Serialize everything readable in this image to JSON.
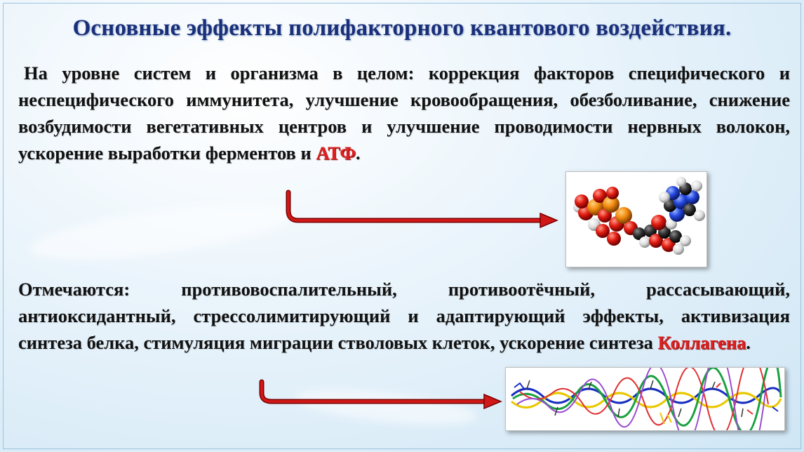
{
  "slide": {
    "title": "Основные эффекты полифакторного квантового воздействия.",
    "paragraph1": {
      "text": "На уровне систем и организма в целом: коррекция факторов специфического и неспецифического иммунитета, улучшение кровообращения, обезболивание, снижение возбудимости вегетативных центров и улучшение проводимости нервных волокон, ускорение выработки ферментов и ",
      "highlight": "АТФ",
      "end": "."
    },
    "paragraph2": {
      "text": "Отмечаются: противовоспалительный, противоотёчный, рассасывающий, антиоксидантный, стрессолимитирующий и  адаптирующий эффекты, активизация синтеза белка, стимуляция миграции стволовых клеток, ускорение синтеза ",
      "highlight": "Коллагена",
      "end": "."
    },
    "images": {
      "atp": "atp-molecule-model",
      "collagen": "collagen-protein-ribbon"
    },
    "colors": {
      "title": "#1a2f7a",
      "highlight": "#e02020",
      "arrow": "#d01818"
    }
  }
}
